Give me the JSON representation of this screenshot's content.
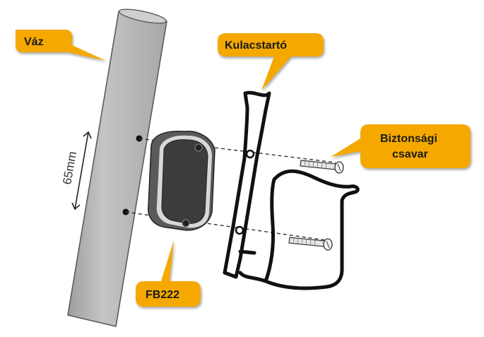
{
  "labels": {
    "frame": "Váz",
    "bottle_holder": "Kulacstartó",
    "safety_screw_line1": "Biztonsági",
    "safety_screw_line2": "csavar",
    "product_code": "FB222",
    "dimension": "65mm"
  },
  "colors": {
    "callout_fill": "#F5A800",
    "frame_fill": "#B5B5B5",
    "frame_stroke": "#5A5A5A",
    "spacer_fill": "#3C3C3C",
    "spacer_rim": "#D8D8D8",
    "outline": "#111111"
  }
}
